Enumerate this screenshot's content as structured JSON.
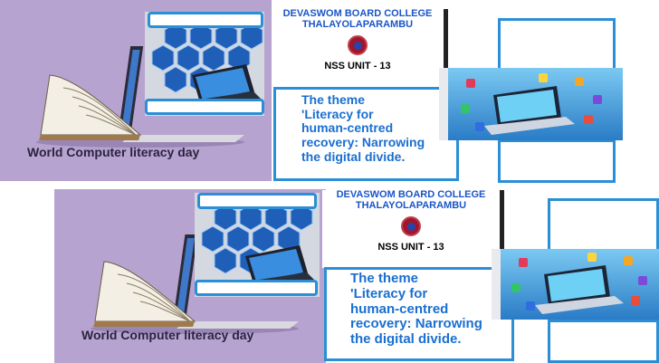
{
  "posters": [
    {
      "caption": "World Computer literacy day",
      "college": [
        "DEVASWOM BOARD COLLEGE",
        "THALAYOLAPARAMBU"
      ],
      "unit": "NSS UNIT - 13",
      "theme": [
        "The theme",
        " 'Literacy for",
        "human-centred",
        "recovery: Narrowing",
        "the digital divide."
      ]
    },
    {
      "caption": "World Computer literacy day",
      "college": [
        "DEVASWOM BOARD COLLEGE",
        "THALAYOLAPARAMBU"
      ],
      "unit": "NSS UNIT - 13",
      "theme": [
        "The theme",
        " 'Literacy for",
        "human-centred",
        "recovery: Narrowing",
        "the digital divide."
      ]
    }
  ],
  "colors": {
    "purple": "#b7a3cf",
    "border_blue": "#2a8fd6",
    "college_blue": "#1a55c8",
    "theme_blue": "#1a6fd0"
  }
}
